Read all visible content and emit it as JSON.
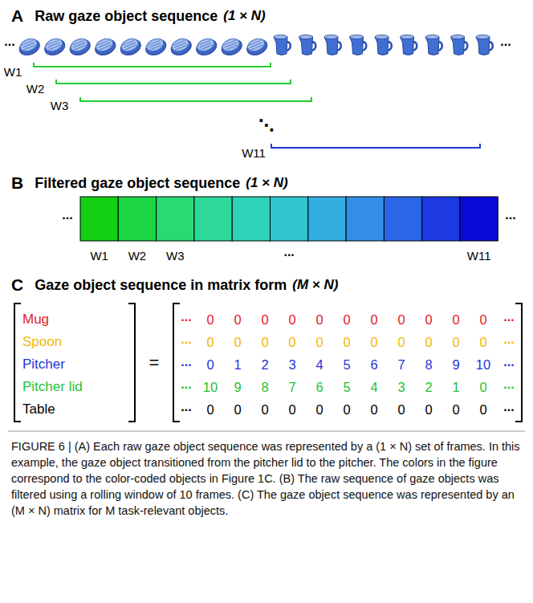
{
  "diagram": {
    "caption": "FIGURE 6 | (A) Each raw gaze object sequence was represented by a (1 × N) set of frames. In this example, the gaze object transitioned from the pitcher lid to the pitcher. The colors in the figure correspond to the color-coded objects in Figure 1C. (B) The raw sequence of gaze objects was filtered using a rolling window of 10 frames. (C) The gaze object sequence was represented by an (M × N) matrix for M task-relevant objects.",
    "labels": [
      "A",
      "Raw gaze object sequence",
      "(1 × N)",
      "...",
      "...",
      "W1",
      "W2",
      "W3",
      "⋱",
      "W11",
      "B",
      "Filtered gaze object sequence",
      "(1 × N)",
      "...",
      "...",
      "W1",
      "W2",
      "W3",
      "...",
      "W11",
      "C",
      "Gaze object sequence in matrix form",
      "(M × N)",
      "Mug",
      "Spoon",
      "Pitcher",
      "Pitcher lid",
      "Table",
      "=",
      "...",
      "0",
      "0",
      "0",
      "0",
      "0",
      "0",
      "0",
      "0",
      "0",
      "0",
      "0",
      "...",
      "...",
      "0",
      "0",
      "0",
      "0",
      "0",
      "0",
      "0",
      "0",
      "0",
      "0",
      "0",
      "...",
      "...",
      "0",
      "1",
      "2",
      "3",
      "4",
      "5",
      "6",
      "7",
      "8",
      "9",
      "10",
      "...",
      "...",
      "10",
      "9",
      "8",
      "7",
      "6",
      "5",
      "4",
      "3",
      "2",
      "1",
      "0",
      "...",
      "...",
      "0",
      "0",
      "0",
      "0",
      "0",
      "0",
      "0",
      "0",
      "0",
      "0",
      "0",
      "..."
    ]
  }
}
